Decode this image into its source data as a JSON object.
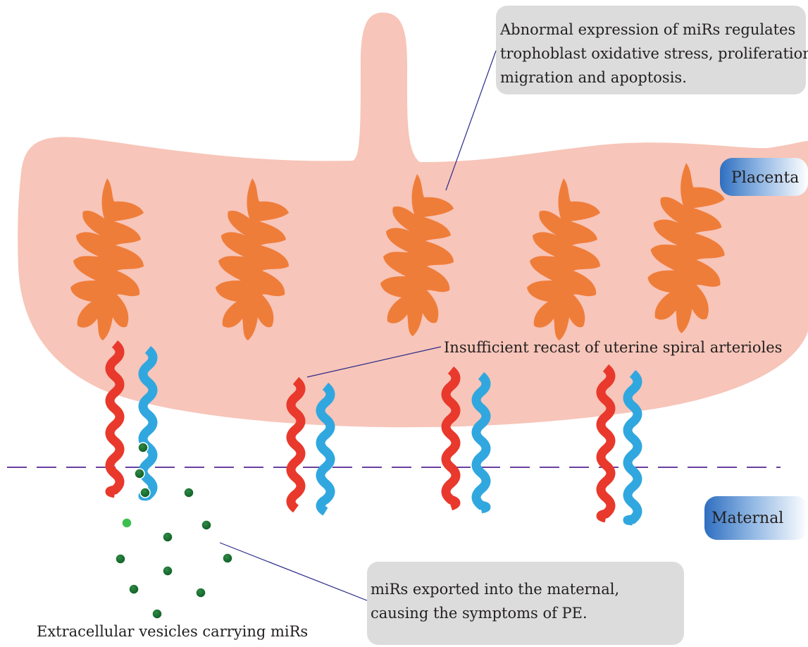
{
  "labels": {
    "placenta": "Placenta",
    "maternal": "Maternal",
    "top_callout": [
      "Abnormal expression of miRs regulates",
      "trophoblast oxidative stress, proliferation,",
      "migration and apoptosis."
    ],
    "arteriole_note": "Insufficient recast of uterine spiral arterioles",
    "bottom_callout": [
      "miRs exported into the maternal,",
      "causing the symptoms of PE."
    ],
    "vesicles_caption": "Extracellular vesicles carrying miRs"
  },
  "colors": {
    "placenta_fill": "#f7c5b9",
    "villus_fill": "#ef7d3a",
    "artery": "#e8392c",
    "vein": "#31a7df",
    "vesicle": "#0f6b2a",
    "vesicle_light": "#3bbf4f",
    "dashed_boundary": "#6b3fa0",
    "callout_fill": "#dcdcdc",
    "leader_line": "#2b2b8a",
    "tag_blue": "#2f6fc0"
  }
}
